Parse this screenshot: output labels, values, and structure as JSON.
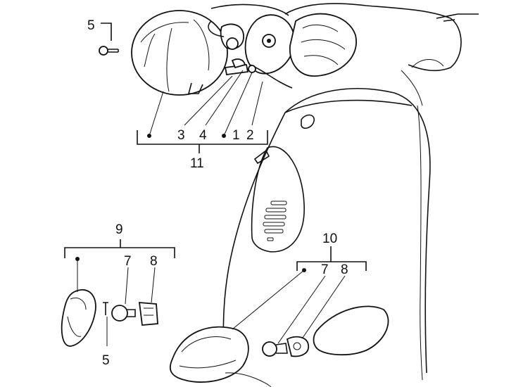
{
  "callouts": {
    "c1": "1",
    "c2": "2",
    "c3": "3",
    "c4": "4",
    "c5_top": "5",
    "c5_bottom": "5",
    "c7_left": "7",
    "c7_right": "7",
    "c8_left": "8",
    "c8_right": "8",
    "c9": "9",
    "c10": "10",
    "c11": "11"
  }
}
